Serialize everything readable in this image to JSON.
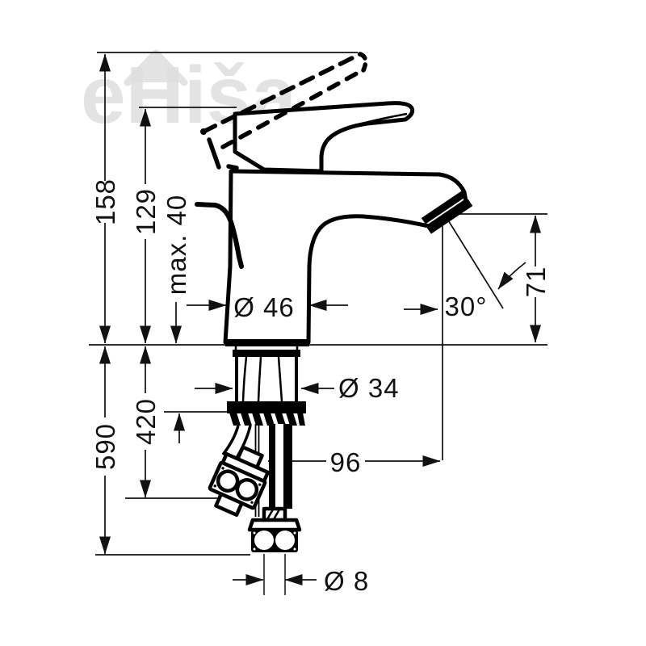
{
  "watermark": {
    "text": "eHiša"
  },
  "colors": {
    "line": "#000000",
    "background": "#ffffff",
    "watermark": "#dfdfdf"
  },
  "drawing": {
    "type": "technical-dimension-drawing",
    "subject": "single-lever basin mixer faucet"
  },
  "labels": {
    "total_height": "158",
    "body_height": "129",
    "max_mounting_thickness": "max. 40",
    "base_diameter": "Ø 46",
    "aerator_angle": "30°",
    "spout_height": "71",
    "hose_dim_short": "420",
    "hose_dim_long": "590",
    "shank_diameter": "Ø 34",
    "spout_reach": "96",
    "connector_diameter": "Ø 8"
  }
}
